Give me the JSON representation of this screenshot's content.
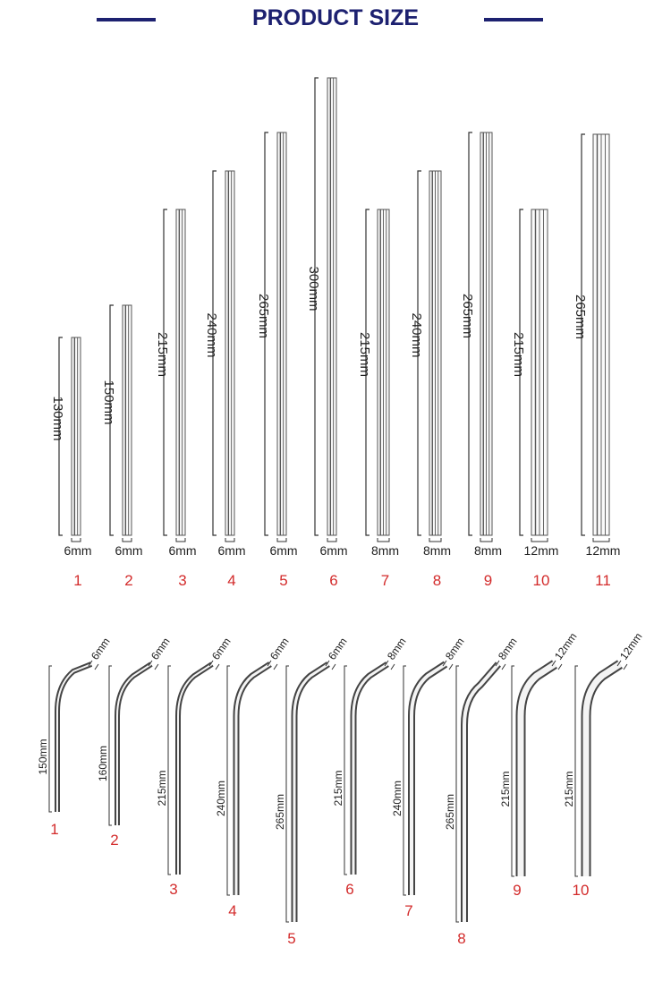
{
  "header": {
    "title": "PRODUCT SIZE",
    "accent_color": "#1d2170"
  },
  "straight_straws": {
    "items": [
      {
        "number": "1",
        "length": "130mm",
        "diameter": "6mm"
      },
      {
        "number": "2",
        "length": "150mm",
        "diameter": "6mm"
      },
      {
        "number": "3",
        "length": "215mm",
        "diameter": "6mm"
      },
      {
        "number": "4",
        "length": "240mm",
        "diameter": "6mm"
      },
      {
        "number": "5",
        "length": "265mm",
        "diameter": "6mm"
      },
      {
        "number": "6",
        "length": "300mm",
        "diameter": "6mm"
      },
      {
        "number": "7",
        "length": "215mm",
        "diameter": "8mm"
      },
      {
        "number": "8",
        "length": "240mm",
        "diameter": "8mm"
      },
      {
        "number": "9",
        "length": "265mm",
        "diameter": "8mm"
      },
      {
        "number": "10",
        "length": "215mm",
        "diameter": "12mm"
      },
      {
        "number": "11",
        "length": "265mm",
        "diameter": "12mm"
      }
    ]
  },
  "bent_straws": {
    "items": [
      {
        "number": "1",
        "length": "150mm",
        "diameter": "6mm"
      },
      {
        "number": "2",
        "length": "160mm",
        "diameter": "6mm"
      },
      {
        "number": "3",
        "length": "215mm",
        "diameter": "6mm"
      },
      {
        "number": "4",
        "length": "240mm",
        "diameter": "6mm"
      },
      {
        "number": "5",
        "length": "265mm",
        "diameter": "6mm"
      },
      {
        "number": "6",
        "length": "215mm",
        "diameter": "8mm"
      },
      {
        "number": "7",
        "length": "240mm",
        "diameter": "8mm"
      },
      {
        "number": "8",
        "length": "265mm",
        "diameter": "8mm"
      },
      {
        "number": "9",
        "length": "215mm",
        "diameter": "12mm"
      },
      {
        "number": "10",
        "length": "215mm",
        "diameter": "12mm"
      }
    ]
  },
  "colors": {
    "number_color": "#d32b2b",
    "line_color": "#333333"
  }
}
